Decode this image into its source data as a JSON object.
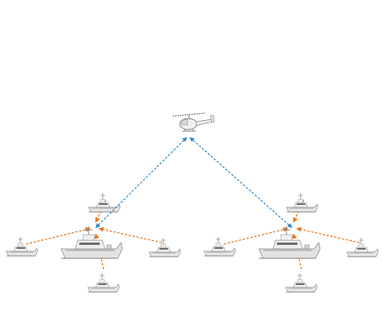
{
  "diagram": {
    "aircraft": {
      "name": "helicopter-icon"
    },
    "groups": [
      {
        "id": "left",
        "leader": "boat-icon",
        "escorts": [
          "top",
          "left",
          "right",
          "bottom"
        ]
      },
      {
        "id": "right",
        "leader": "boat-icon",
        "escorts": [
          "top",
          "left",
          "right",
          "bottom"
        ]
      }
    ],
    "colors": {
      "uplink": "#2e86c8",
      "local_link": "#e8781e",
      "vessel_fill": "#e4e4e4",
      "vessel_stroke": "#9a9a9a",
      "vessel_dark": "#6b6b6b",
      "background": "#ffffff"
    },
    "link_style": "dashed"
  }
}
